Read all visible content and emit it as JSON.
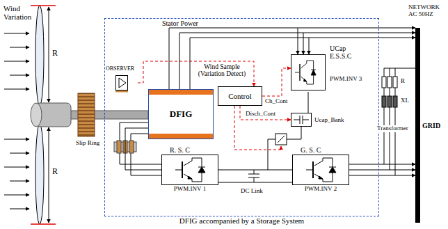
{
  "diagram": {
    "nodes": [
      {
        "text": [
          "DFIG accompanied by a Storage System"
        ]
      },
      {
        "text": [
          "OBSERVER"
        ],
        "in": 0
      },
      {
        "text": [
          "DFIG"
        ],
        "in": 0
      },
      {
        "text": [
          "Control"
        ],
        "in": 0
      },
      {
        "text": [
          "UCap E.S.S.C",
          "PWM.INV 3"
        ],
        "in": 0
      },
      {
        "text": [
          "Ucap_Bank"
        ],
        "in": 0
      },
      {
        "text": [
          "R. S. C",
          "PWM.INV 1"
        ],
        "in": 0
      },
      {
        "text": [
          "G. S. C",
          "PWM.INV 2"
        ],
        "in": 0
      },
      {
        "text": [
          "GRID"
        ]
      }
    ],
    "edges": [
      {
        "from": 1,
        "to": 3,
        "label": "Wind Sample (Variation Detect)",
        "arrow": "to"
      },
      {
        "from": 2,
        "to": 8,
        "label": "Stator Power",
        "arrow": "to"
      },
      {
        "from": 3,
        "to": 4,
        "label": "Ch_Cont",
        "arrow": "to"
      },
      {
        "from": 3,
        "to": 5,
        "label": "Disch_Cont",
        "arrow": "to"
      },
      {
        "from": 4,
        "to": 5,
        "arrow": "none"
      },
      {
        "from": 2,
        "to": 6,
        "arrow": "none"
      },
      {
        "from": 6,
        "to": 7,
        "arrow": "none"
      },
      {
        "from": 7,
        "to": 8,
        "arrow": "to"
      }
    ],
    "labels": [
      "Wind Variation",
      "R",
      "R",
      "Slip Ring",
      "DC Link",
      "NETWORK AC 50HZ",
      "R",
      "XL",
      "Transformer"
    ]
  }
}
